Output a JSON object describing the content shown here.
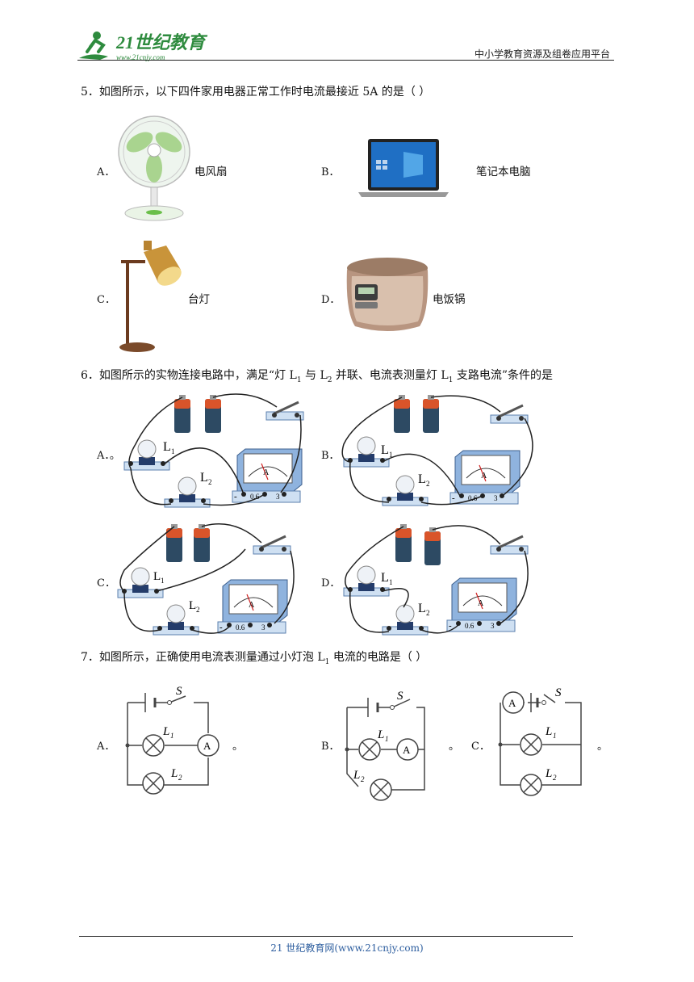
{
  "header": {
    "logo_text": "21世纪教育",
    "logo_url": "www.21cnjy.com",
    "site_name": "中小学教育资源及组卷应用平台"
  },
  "q5": {
    "stem": "5．如图所示，以下四件家用电器正常工作时电流最接近 5A 的是（    ）",
    "options": [
      {
        "letter": "A．",
        "label": "电风扇",
        "icon": "fan-image"
      },
      {
        "letter": "B．",
        "label": "笔记本电脑",
        "icon": "laptop-image"
      },
      {
        "letter": "C．",
        "label": "台灯",
        "icon": "desk-lamp-image"
      },
      {
        "letter": "D．",
        "label": "电饭锅",
        "icon": "rice-cooker-image"
      }
    ]
  },
  "q6": {
    "stem_pre": "6．如图所示的实物连接电路中，满足“灯 L",
    "stem_mid1": " 与 L",
    "stem_mid2": " 并联、电流表测量灯 L",
    "stem_post": " 支路电流”条件的是",
    "sub1": "1",
    "sub2": "2",
    "options": [
      {
        "letter": "A．",
        "mark": "。"
      },
      {
        "letter": "B．",
        "mark": ""
      },
      {
        "letter": "C．",
        "mark": ""
      },
      {
        "letter": "D．",
        "mark": ""
      }
    ],
    "diagram_labels": {
      "L1": "L",
      "L2": "L",
      "s1": "1",
      "s2": "2",
      "A": "A",
      "minus": "-",
      "t06": "0.6",
      "t3": "3"
    }
  },
  "q7": {
    "stem_pre": "7．如图所示，正确使用电流表测量通过小灯泡 L",
    "stem_sub": "1",
    "stem_post": " 电流的电路是（    ）",
    "options": [
      {
        "letter": "A．",
        "mark": "。"
      },
      {
        "letter": "B．",
        "mark": "。"
      },
      {
        "letter": "C．",
        "mark": "。"
      }
    ],
    "diagram_labels": {
      "S": "S",
      "L1": "L",
      "L2": "L",
      "A": "A",
      "s1": "1",
      "s2": "2"
    }
  },
  "footer": {
    "text": "21 世纪教育网(www.21cnjy.com)"
  }
}
